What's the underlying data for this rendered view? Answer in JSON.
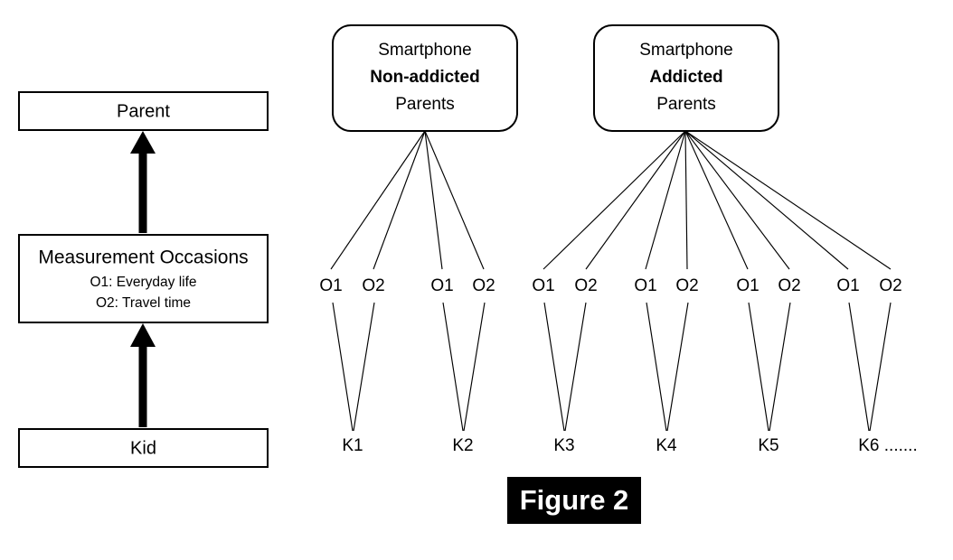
{
  "figure": {
    "caption": "Figure 2",
    "caption_bg": "#000000",
    "caption_fg": "#ffffff"
  },
  "left_panel": {
    "levels": [
      {
        "name": "parent-box",
        "title": "Parent",
        "sublines": []
      },
      {
        "name": "measurement-occasions-box",
        "title": "Measurement Occasions",
        "sublines": [
          "O1: Everyday life",
          "O2: Travel time"
        ]
      },
      {
        "name": "kid-box",
        "title": "Kid",
        "sublines": []
      }
    ],
    "arrows": [
      {
        "from": "kid-box",
        "to": "measurement-occasions-box"
      },
      {
        "from": "measurement-occasions-box",
        "to": "parent-box"
      }
    ]
  },
  "right_panel": {
    "groups": [
      {
        "id": "non-addicted-group",
        "line1": "Smartphone",
        "line2": "Non-addicted",
        "line3": "Parents",
        "kids": [
          "K1",
          "K2"
        ],
        "occasions_per_kid": [
          "O1",
          "O2"
        ]
      },
      {
        "id": "addicted-group",
        "line1": "Smartphone",
        "line2": "Addicted",
        "line3": "Parents",
        "kids": [
          "K3",
          "K4",
          "K5",
          "K6 ......."
        ],
        "occasions_per_kid": [
          "O1",
          "O2"
        ]
      }
    ],
    "occasion_labels": [
      "O1",
      "O2",
      "O1",
      "O2",
      "O1",
      "O2",
      "O1",
      "O2",
      "O1",
      "O2",
      "O1",
      "O2"
    ],
    "kid_labels": [
      "K1",
      "K2",
      "K3",
      "K4",
      "K5",
      "K6 ......."
    ]
  },
  "colors": {
    "stroke": "#000000",
    "fill": "#ffffff"
  }
}
